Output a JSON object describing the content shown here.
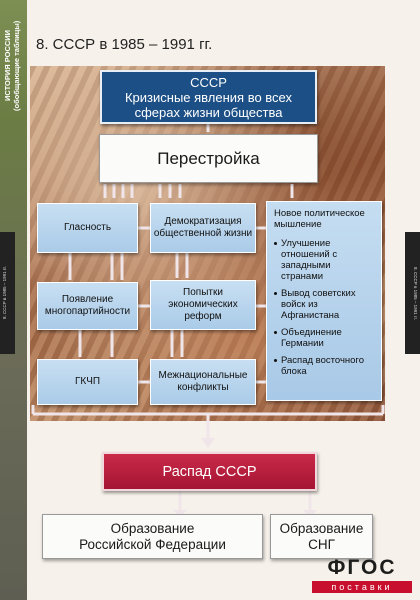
{
  "sidebar": {
    "series_text": "ИСТОРИЯ РОССИИ (обобщающие таблицы)",
    "edge_caption": "8. СССР в 1985 – 1991 гг."
  },
  "title": "8. СССР в 1985 – 1991 гг.",
  "diagram": {
    "top_box": {
      "line1": "СССР",
      "line2": "Кризисные явления во всех",
      "line3": "сферах жизни общества"
    },
    "perestroika": "Перестройка",
    "left_col": [
      "Гласность",
      "Появление многопартийности",
      "ГКЧП"
    ],
    "mid_col": [
      "Демократизация общественной жизни",
      "Попытки экономических реформ",
      "Межнациональные конфликты"
    ],
    "right_box": {
      "title": "Новое политическое мышление",
      "items": [
        "Улучшение отношений с западными странами",
        "Вывод советских войск из Афганистана",
        "Объединение Германии",
        "Распад восточного блока"
      ]
    },
    "collapse": "Распад СССР",
    "bottom_left": {
      "line1": "Образование",
      "line2": "Российской Федерации"
    },
    "bottom_right": {
      "line1": "Образование",
      "line2": "СНГ"
    }
  },
  "logo": {
    "main": "ФГОС",
    "sub": "поставки"
  },
  "colors": {
    "navy": "#1c4f86",
    "light_blue": "#b7d4ee",
    "crimson": "#b51d3c",
    "connector": "#f0e6ea"
  }
}
